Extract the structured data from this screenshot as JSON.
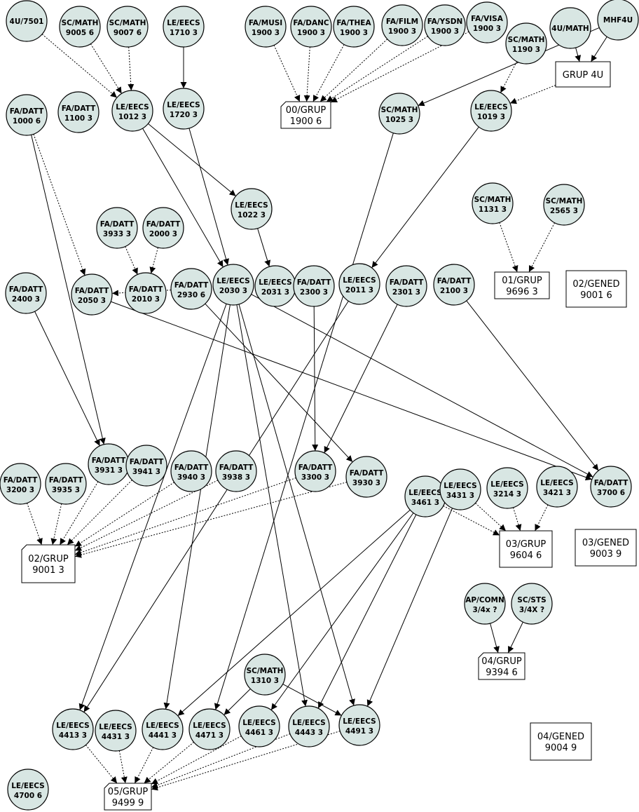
{
  "nodes": [
    {
      "id": "n_4u7501",
      "l1": "4U/7501",
      "l2": ""
    },
    {
      "id": "n_scm9005",
      "l1": "SC/MATH",
      "l2": "9005 6"
    },
    {
      "id": "n_scm9007",
      "l1": "SC/MATH",
      "l2": "9007 6"
    },
    {
      "id": "n_le1710",
      "l1": "LE/EECS",
      "l2": "1710 3"
    },
    {
      "id": "n_fa_musi",
      "l1": "FA/MUSI",
      "l2": "1900 3"
    },
    {
      "id": "n_fa_danc",
      "l1": "FA/DANC",
      "l2": "1900 3"
    },
    {
      "id": "n_fa_thea",
      "l1": "FA/THEA",
      "l2": "1900 3"
    },
    {
      "id": "n_fa_film",
      "l1": "FA/FILM",
      "l2": "1900 3"
    },
    {
      "id": "n_fa_ysdn",
      "l1": "FA/YSDN",
      "l2": "1900 3"
    },
    {
      "id": "n_fa_visa",
      "l1": "FA/VISA",
      "l2": "1900 3"
    },
    {
      "id": "n_4umath",
      "l1": "4U/MATH",
      "l2": ""
    },
    {
      "id": "n_mhf4u",
      "l1": "MHF4U",
      "l2": ""
    },
    {
      "id": "n_scm1190",
      "l1": "SC/MATH",
      "l2": "1190 3"
    },
    {
      "id": "n_fad1000",
      "l1": "FA/DATT",
      "l2": "1000 6"
    },
    {
      "id": "n_fad1100",
      "l1": "FA/DATT",
      "l2": "1100 3"
    },
    {
      "id": "n_le1012",
      "l1": "LE/EECS",
      "l2": "1012 3"
    },
    {
      "id": "n_le1720",
      "l1": "LE/EECS",
      "l2": "1720 3"
    },
    {
      "id": "n_scm1025",
      "l1": "SC/MATH",
      "l2": "1025 3"
    },
    {
      "id": "n_le1019",
      "l1": "LE/EECS",
      "l2": "1019 3"
    },
    {
      "id": "n_le1022",
      "l1": "LE/EECS",
      "l2": "1022 3"
    },
    {
      "id": "n_scm1131",
      "l1": "SC/MATH",
      "l2": "1131 3"
    },
    {
      "id": "n_scm2565",
      "l1": "SC/MATH",
      "l2": "2565 3"
    },
    {
      "id": "n_fad3933",
      "l1": "FA/DATT",
      "l2": "3933 3"
    },
    {
      "id": "n_fad2000",
      "l1": "FA/DATT",
      "l2": "2000 3"
    },
    {
      "id": "n_fad2400",
      "l1": "FA/DATT",
      "l2": "2400 3"
    },
    {
      "id": "n_fad2050",
      "l1": "FA/DATT",
      "l2": "2050 3"
    },
    {
      "id": "n_fad2010",
      "l1": "FA/DATT",
      "l2": "2010 3"
    },
    {
      "id": "n_fad2930",
      "l1": "FA/DATT",
      "l2": "2930 6"
    },
    {
      "id": "n_le2030",
      "l1": "LE/EECS",
      "l2": "2030 3"
    },
    {
      "id": "n_le2031",
      "l1": "LE/EECS",
      "l2": "2031 3"
    },
    {
      "id": "n_fad2300",
      "l1": "FA/DATT",
      "l2": "2300 3"
    },
    {
      "id": "n_le2011",
      "l1": "LE/EECS",
      "l2": "2011 3"
    },
    {
      "id": "n_fad2301",
      "l1": "FA/DATT",
      "l2": "2301 3"
    },
    {
      "id": "n_fad2100",
      "l1": "FA/DATT",
      "l2": "2100 3"
    },
    {
      "id": "n_fad3931",
      "l1": "FA/DATT",
      "l2": "3931 3"
    },
    {
      "id": "n_fad3941",
      "l1": "FA/DATT",
      "l2": "3941 3"
    },
    {
      "id": "n_fad3940",
      "l1": "FA/DATT",
      "l2": "3940 3"
    },
    {
      "id": "n_fad3938",
      "l1": "FA/DATT",
      "l2": "3938 3"
    },
    {
      "id": "n_fad3300",
      "l1": "FA/DATT",
      "l2": "3300 3"
    },
    {
      "id": "n_fad3930",
      "l1": "FA/DATT",
      "l2": "3930 3"
    },
    {
      "id": "n_fad3200",
      "l1": "FA/DATT",
      "l2": "3200 3"
    },
    {
      "id": "n_fad3935",
      "l1": "FA/DATT",
      "l2": "3935 3"
    },
    {
      "id": "n_le3461",
      "l1": "LE/EECS",
      "l2": "3461 3"
    },
    {
      "id": "n_le3431",
      "l1": "LE/EECS",
      "l2": "3431 3"
    },
    {
      "id": "n_le3214",
      "l1": "LE/EECS",
      "l2": "3214 3"
    },
    {
      "id": "n_le3421",
      "l1": "LE/EECS",
      "l2": "3421 3"
    },
    {
      "id": "n_fad3700",
      "l1": "FA/DATT",
      "l2": "3700 6"
    },
    {
      "id": "n_apcomn",
      "l1": "AP/COMN",
      "l2": "3/4x ?"
    },
    {
      "id": "n_scsts",
      "l1": "SC/STS",
      "l2": "3/4X ?"
    },
    {
      "id": "n_scm1310",
      "l1": "SC/MATH",
      "l2": "1310 3"
    },
    {
      "id": "n_le4413",
      "l1": "LE/EECS",
      "l2": "4413 3"
    },
    {
      "id": "n_le4431",
      "l1": "LE/EECS",
      "l2": "4431 3"
    },
    {
      "id": "n_le4441",
      "l1": "LE/EECS",
      "l2": "4441 3"
    },
    {
      "id": "n_le4471",
      "l1": "LE/EECS",
      "l2": "4471 3"
    },
    {
      "id": "n_le4461",
      "l1": "LE/EECS",
      "l2": "4461 3"
    },
    {
      "id": "n_le4443",
      "l1": "LE/EECS",
      "l2": "4443 3"
    },
    {
      "id": "n_le4491",
      "l1": "LE/EECS",
      "l2": "4491 3"
    },
    {
      "id": "n_le4700",
      "l1": "LE/EECS",
      "l2": "4700 6"
    }
  ],
  "boxes": [
    {
      "id": "b_grup4u",
      "l1": "GRUP 4U",
      "l2": "",
      "note": false
    },
    {
      "id": "b_00grup",
      "l1": "00/GRUP",
      "l2": "1900 6",
      "note": true
    },
    {
      "id": "b_01grup",
      "l1": "01/GRUP",
      "l2": "9696 3",
      "note": false
    },
    {
      "id": "b_02gened",
      "l1": "02/GENED",
      "l2": "9001 6",
      "note": false
    },
    {
      "id": "b_02grup",
      "l1": "02/GRUP",
      "l2": "9001 3",
      "note": true
    },
    {
      "id": "b_03grup",
      "l1": "03/GRUP",
      "l2": "9604 6",
      "note": false
    },
    {
      "id": "b_03gened",
      "l1": "03/GENED",
      "l2": "9003 9",
      "note": false
    },
    {
      "id": "b_04grup",
      "l1": "04/GRUP",
      "l2": "9394 6",
      "note": true
    },
    {
      "id": "b_04gened",
      "l1": "04/GENED",
      "l2": "9004 9",
      "note": false
    },
    {
      "id": "b_05grup",
      "l1": "05/GRUP",
      "l2": "9499 9",
      "note": true
    }
  ],
  "edges": [
    {
      "from": "n_4u7501",
      "to": "n_le1012",
      "style": "dotted"
    },
    {
      "from": "n_scm9005",
      "to": "n_le1012",
      "style": "dotted"
    },
    {
      "from": "n_scm9007",
      "to": "n_le1012",
      "style": "dotted"
    },
    {
      "from": "n_le1710",
      "to": "n_le1720",
      "style": "solid"
    },
    {
      "from": "n_fa_musi",
      "to": "b_00grup",
      "style": "dotted"
    },
    {
      "from": "n_fa_danc",
      "to": "b_00grup",
      "style": "dotted"
    },
    {
      "from": "n_fa_thea",
      "to": "b_00grup",
      "style": "dotted"
    },
    {
      "from": "n_fa_film",
      "to": "b_00grup",
      "style": "dotted"
    },
    {
      "from": "n_fa_ysdn",
      "to": "b_00grup",
      "style": "dotted"
    },
    {
      "from": "n_fa_visa",
      "to": "b_00grup",
      "style": "dotted"
    },
    {
      "from": "n_4umath",
      "to": "b_grup4u",
      "style": "solid"
    },
    {
      "from": "n_mhf4u",
      "to": "b_grup4u",
      "style": "solid"
    },
    {
      "from": "n_mhf4u",
      "to": "n_scm1025",
      "style": "solid"
    },
    {
      "from": "n_scm1190",
      "to": "n_le1019",
      "style": "dotted"
    },
    {
      "from": "b_grup4u",
      "to": "n_le1019",
      "style": "dotted"
    },
    {
      "from": "n_le1012",
      "to": "n_le1022",
      "style": "solid"
    },
    {
      "from": "n_le1012",
      "to": "n_le2030",
      "style": "solid"
    },
    {
      "from": "n_le1720",
      "to": "n_le2030",
      "style": "solid"
    },
    {
      "from": "n_le1022",
      "to": "n_le2031",
      "style": "solid"
    },
    {
      "from": "n_le1019",
      "to": "n_le2011",
      "style": "solid"
    },
    {
      "from": "n_scm1025",
      "to": "n_le4471",
      "style": "solid"
    },
    {
      "from": "n_scm1131",
      "to": "b_01grup",
      "style": "dotted"
    },
    {
      "from": "n_scm2565",
      "to": "b_01grup",
      "style": "dotted"
    },
    {
      "from": "n_fad1000",
      "to": "n_fad2050",
      "style": "dotted"
    },
    {
      "from": "n_fad1000",
      "to": "n_fad3931",
      "style": "solid"
    },
    {
      "from": "n_fad3933",
      "to": "n_fad2010",
      "style": "dotted"
    },
    {
      "from": "n_fad2000",
      "to": "n_fad2010",
      "style": "dotted"
    },
    {
      "from": "n_fad2930",
      "to": "n_fad2050",
      "style": "dotted"
    },
    {
      "from": "n_fad2930",
      "to": "n_fad3930",
      "style": "solid"
    },
    {
      "from": "n_fad2400",
      "to": "n_fad3931",
      "style": "solid"
    },
    {
      "from": "n_fad2050",
      "to": "n_fad3700",
      "style": "solid"
    },
    {
      "from": "n_le2030",
      "to": "n_le4413",
      "style": "solid"
    },
    {
      "from": "n_le2030",
      "to": "n_le4441",
      "style": "solid"
    },
    {
      "from": "n_le2030",
      "to": "n_le4443",
      "style": "solid"
    },
    {
      "from": "n_le2030",
      "to": "n_le4491",
      "style": "solid"
    },
    {
      "from": "n_le2030",
      "to": "n_fad3700",
      "style": "solid"
    },
    {
      "from": "n_le2011",
      "to": "n_le4413",
      "style": "solid"
    },
    {
      "from": "n_fad2300",
      "to": "n_fad3300",
      "style": "solid"
    },
    {
      "from": "n_fad2301",
      "to": "n_fad3300",
      "style": "solid"
    },
    {
      "from": "n_fad2100",
      "to": "n_fad3700",
      "style": "solid"
    },
    {
      "from": "n_fad3200",
      "to": "b_02grup",
      "style": "dotted"
    },
    {
      "from": "n_fad3935",
      "to": "b_02grup",
      "style": "dotted"
    },
    {
      "from": "n_fad3931",
      "to": "b_02grup",
      "style": "dotted"
    },
    {
      "from": "n_fad3941",
      "to": "b_02grup",
      "style": "dotted"
    },
    {
      "from": "n_fad3940",
      "to": "b_02grup",
      "style": "dotted"
    },
    {
      "from": "n_fad3938",
      "to": "b_02grup",
      "style": "dotted"
    },
    {
      "from": "n_fad3300",
      "to": "b_02grup",
      "style": "dotted"
    },
    {
      "from": "n_fad3930",
      "to": "b_02grup",
      "style": "dotted"
    },
    {
      "from": "n_le3461",
      "to": "b_03grup",
      "style": "dotted"
    },
    {
      "from": "n_le3431",
      "to": "b_03grup",
      "style": "dotted"
    },
    {
      "from": "n_le3214",
      "to": "b_03grup",
      "style": "dotted"
    },
    {
      "from": "n_le3421",
      "to": "b_03grup",
      "style": "dotted"
    },
    {
      "from": "n_le3461",
      "to": "n_le4441",
      "style": "solid"
    },
    {
      "from": "n_le3461",
      "to": "n_le4461",
      "style": "solid"
    },
    {
      "from": "n_le3461",
      "to": "n_le4443",
      "style": "solid"
    },
    {
      "from": "n_le3431",
      "to": "n_le4491",
      "style": "solid"
    },
    {
      "from": "n_apcomn",
      "to": "b_04grup",
      "style": "solid"
    },
    {
      "from": "n_scsts",
      "to": "b_04grup",
      "style": "solid"
    },
    {
      "from": "n_scm1310",
      "to": "n_le4471",
      "style": "solid"
    },
    {
      "from": "n_scm1310",
      "to": "n_le4491",
      "style": "solid"
    },
    {
      "from": "n_le4413",
      "to": "b_05grup",
      "style": "dotted"
    },
    {
      "from": "n_le4431",
      "to": "b_05grup",
      "style": "dotted"
    },
    {
      "from": "n_le4441",
      "to": "b_05grup",
      "style": "dotted"
    },
    {
      "from": "n_le4471",
      "to": "b_05grup",
      "style": "dotted"
    },
    {
      "from": "n_le4461",
      "to": "b_05grup",
      "style": "dotted"
    },
    {
      "from": "n_le4443",
      "to": "b_05grup",
      "style": "dotted"
    },
    {
      "from": "n_le4491",
      "to": "b_05grup",
      "style": "dotted"
    }
  ]
}
